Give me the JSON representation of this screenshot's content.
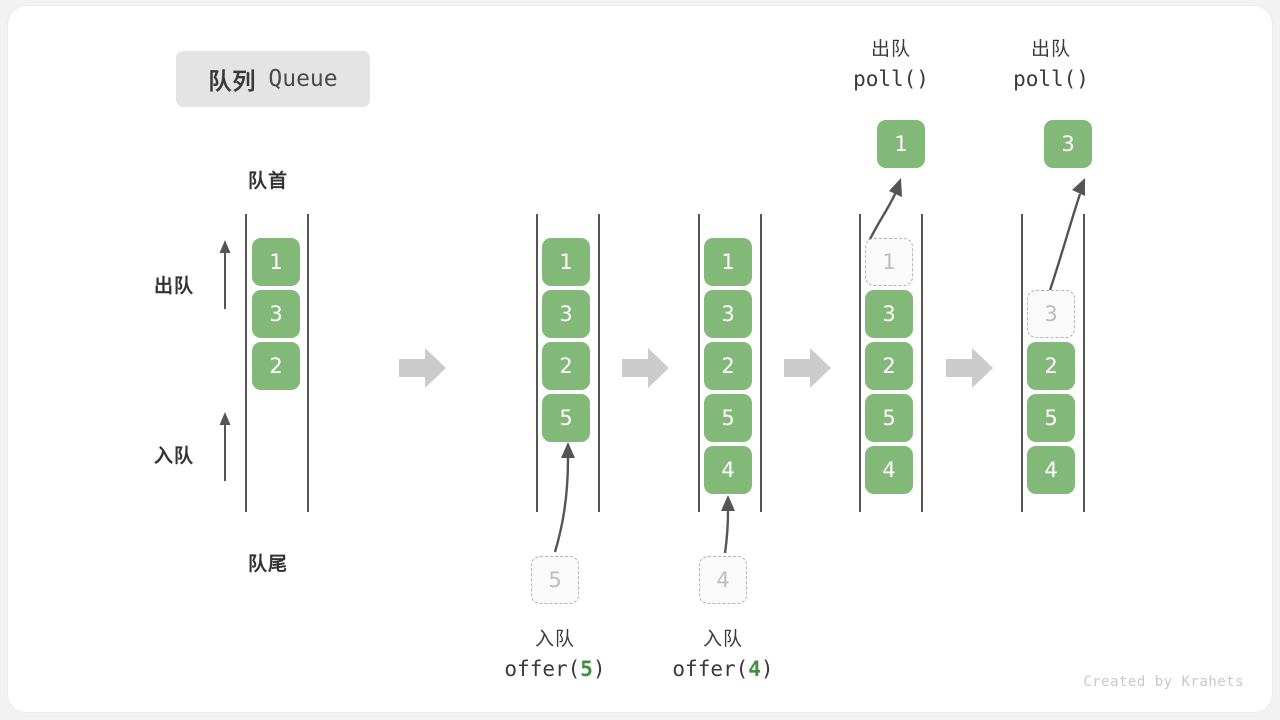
{
  "title": {
    "cn": "队列",
    "en": "Queue"
  },
  "labels": {
    "head": "队首",
    "tail": "队尾",
    "dequeue_side": "出队",
    "enqueue_side": "入队"
  },
  "colors": {
    "box_green": "#82b878",
    "code_green": "#3d9140",
    "rail": "#555555",
    "ghost_border": "#b4b4b4",
    "step_arrow": "#cccccc",
    "badge_bg": "#e4e4e4"
  },
  "footer": "Created by Krahets",
  "columns": [
    {
      "name": "initial-queue",
      "items": [
        "1",
        "3",
        "2"
      ],
      "ghost_slots": [],
      "side_labels": [
        "出队",
        "入队"
      ],
      "head_label": "队首",
      "tail_label": "队尾"
    },
    {
      "name": "after-offer-5",
      "items": [
        "1",
        "3",
        "2",
        "5"
      ],
      "incoming": {
        "value": "5",
        "label_cn": "入队",
        "label_code": "offer(",
        "label_num": "5",
        "label_code_end": ")"
      }
    },
    {
      "name": "after-offer-4",
      "items": [
        "1",
        "3",
        "2",
        "5",
        "4"
      ],
      "incoming": {
        "value": "4",
        "label_cn": "入队",
        "label_code": "offer(",
        "label_num": "4",
        "label_code_end": ")"
      }
    },
    {
      "name": "after-poll-1",
      "items": [
        "3",
        "2",
        "5",
        "4"
      ],
      "ghost_top": "1",
      "outgoing": {
        "value": "1",
        "label_cn": "出队",
        "label_code": "poll()"
      }
    },
    {
      "name": "after-poll-3",
      "items": [
        "2",
        "5",
        "4"
      ],
      "ghost_top": "3",
      "outgoing": {
        "value": "3",
        "label_cn": "出队",
        "label_code": "poll()"
      }
    }
  ],
  "step_arrows": [
    {
      "name": "step-arrow-1"
    },
    {
      "name": "step-arrow-2"
    },
    {
      "name": "step-arrow-3"
    },
    {
      "name": "step-arrow-4"
    }
  ]
}
